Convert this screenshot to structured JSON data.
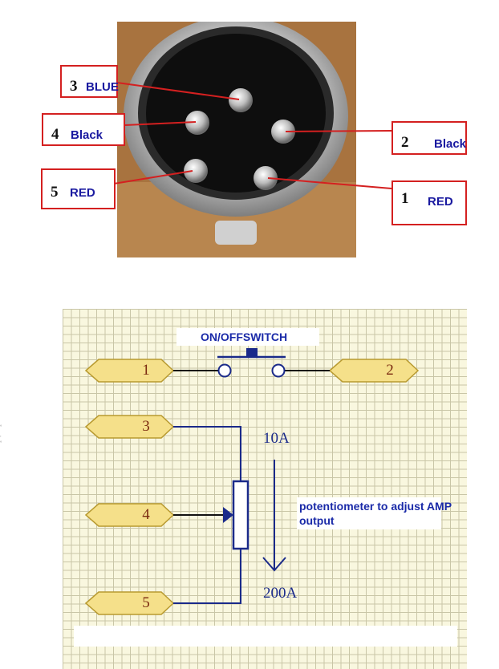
{
  "connector_callouts": [
    {
      "num": "3",
      "color": "BLUE"
    },
    {
      "num": "4",
      "color": "Black"
    },
    {
      "num": "5",
      "color": "RED"
    },
    {
      "num": "2",
      "color": "Black"
    },
    {
      "num": "1",
      "color": "RED"
    }
  ],
  "schematic": {
    "switch_label": "ON/OFFSWITCH",
    "pins": [
      "1",
      "2",
      "3",
      "4",
      "5"
    ],
    "value_top": "10A",
    "value_bottom": "200A",
    "note_line1": "potentiometer to adjust AMP",
    "note_line2": "output"
  },
  "colors": {
    "callout_border": "#d42020",
    "wire": "#1a2a8a",
    "pin_fill": "#f5e08a"
  }
}
